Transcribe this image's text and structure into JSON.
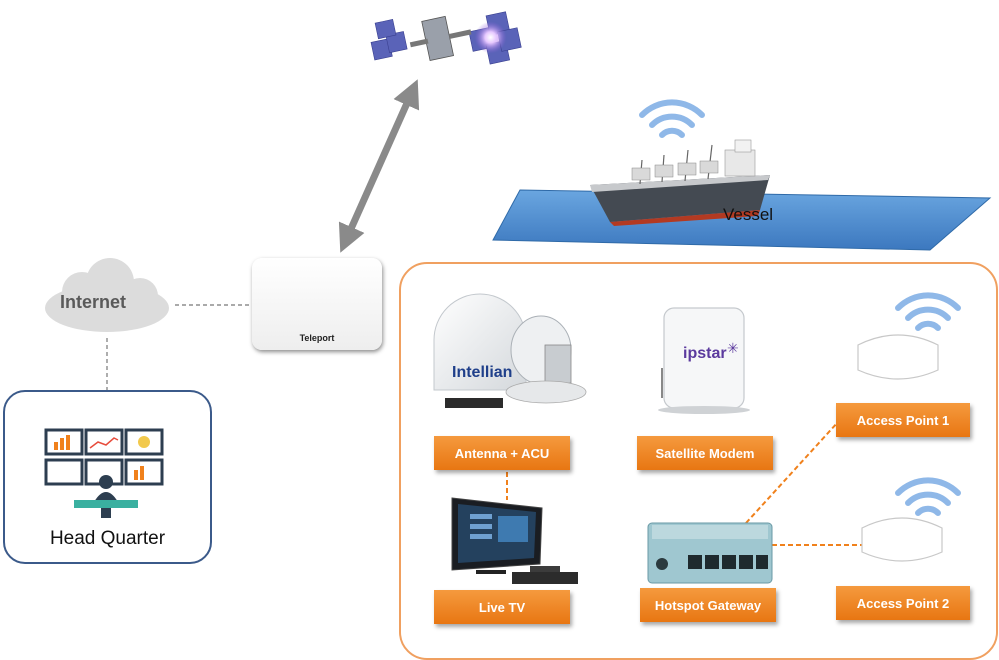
{
  "nodes": {
    "internet": "Internet",
    "head_quarter": "Head Quarter",
    "teleport": "Teleport",
    "vessel": "Vessel",
    "antenna_acu": "Antenna + ACU",
    "satellite_modem": "Satellite Modem",
    "access_point_1": "Access Point 1",
    "access_point_2": "Access Point 2",
    "live_tv": "Live TV",
    "hotspot_gateway": "Hotspot Gateway"
  },
  "device_brands": {
    "antenna": "Intellian",
    "modem": "ipstar"
  },
  "colors": {
    "label_fill": "#f0811c",
    "ship_area_border": "#f0a060",
    "hq_border": "#3b5a8a",
    "sea": "#4f8fd0",
    "wifi": "#8fb8e8"
  }
}
